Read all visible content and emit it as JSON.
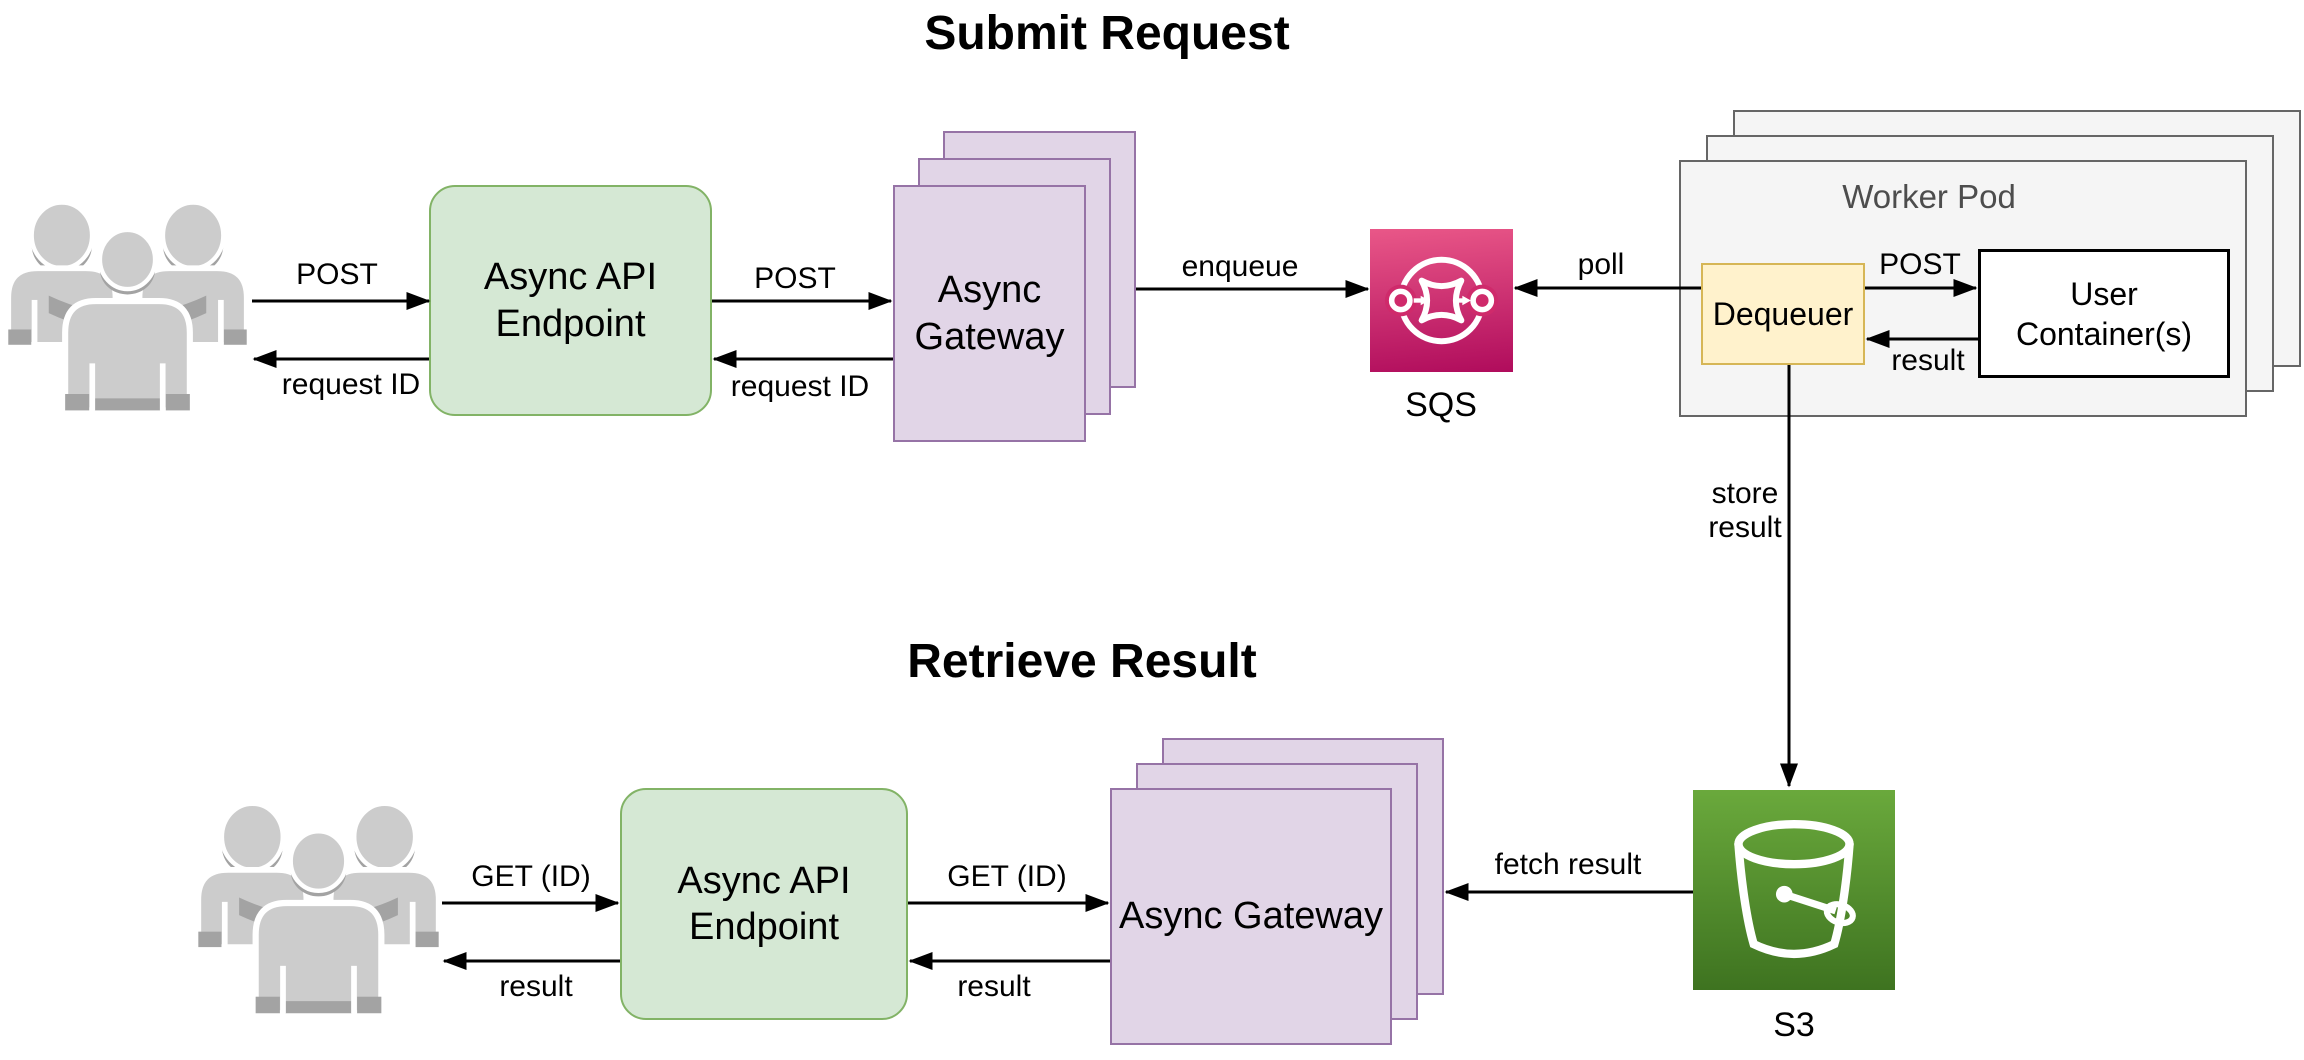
{
  "colors": {
    "canvas-bg": "#ffffff",
    "line": "#000000",
    "green-fill": "#d5e8d4",
    "green-stroke": "#82b366",
    "purple-fill": "#e1d5e7",
    "purple-stroke": "#9673a6",
    "yellow-fill": "#fff2cc",
    "yellow-stroke": "#d6b656",
    "pod-fill": "#f5f5f5",
    "pod-stroke": "#666666",
    "pod-title": "#4d4d4d",
    "sqs-top": "#e95788",
    "sqs-bottom": "#b00c5c",
    "sqs-mid": "#cf2a6b",
    "s3-top": "#6aa93c",
    "s3-bottom": "#3e7320",
    "user-gray": "#cccccc",
    "user-gray-dark": "#a3a3a3"
  },
  "submit": {
    "title": "Submit Request",
    "post_user_label": "POST",
    "request_id_user_label": "request ID",
    "endpoint_label": "Async API Endpoint",
    "post_gateway_label": "POST",
    "request_id_gateway_label": "request ID",
    "gateway_label": "Async Gateway",
    "enqueue_label": "enqueue",
    "sqs_label": "SQS",
    "poll_label": "poll",
    "worker_pod": {
      "title": "Worker Pod",
      "dequeuer_label": "Dequeuer",
      "user_containers_label": "User Container(s)",
      "post_label": "POST",
      "result_label": "result"
    },
    "store_result_label": "store result"
  },
  "retrieve": {
    "title": "Retrieve Result",
    "get_user_label": "GET (ID)",
    "result_user_label": "result",
    "endpoint_label": "Async API Endpoint",
    "get_gateway_label": "GET (ID)",
    "result_gateway_label": "result",
    "gateway_label": "Async Gateway",
    "fetch_result_label": "fetch result",
    "s3_label": "S3"
  }
}
